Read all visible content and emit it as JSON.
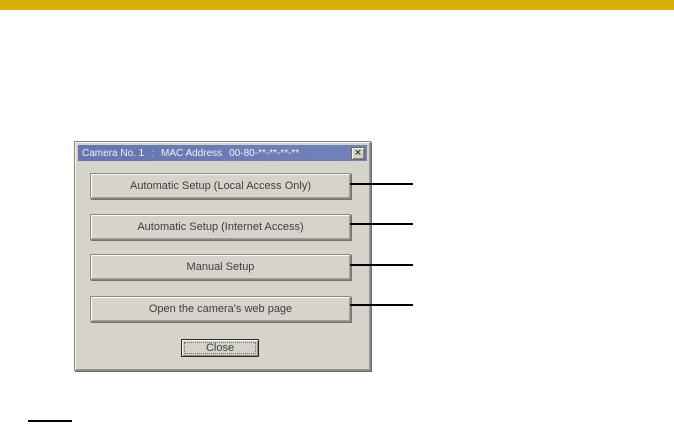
{
  "colors": {
    "top_accent_bar": "#d8b104",
    "dialog_face": "#d6d3ca",
    "titlebar_blue": "#6b7ab3",
    "callout_line": "#000000"
  },
  "icons": {
    "close": "✕"
  },
  "dialog": {
    "title": {
      "camera_label": "Camera No. 1",
      "separator": ":",
      "mac_label": "MAC Address",
      "mac_value": "00-80-**-**-**-**"
    },
    "buttons": [
      {
        "label": "Automatic Setup (Local Access Only)"
      },
      {
        "label": "Automatic Setup (Internet Access)"
      },
      {
        "label": "Manual Setup"
      },
      {
        "label": "Open the camera's web page"
      }
    ],
    "close_button": {
      "label": "Close"
    }
  }
}
